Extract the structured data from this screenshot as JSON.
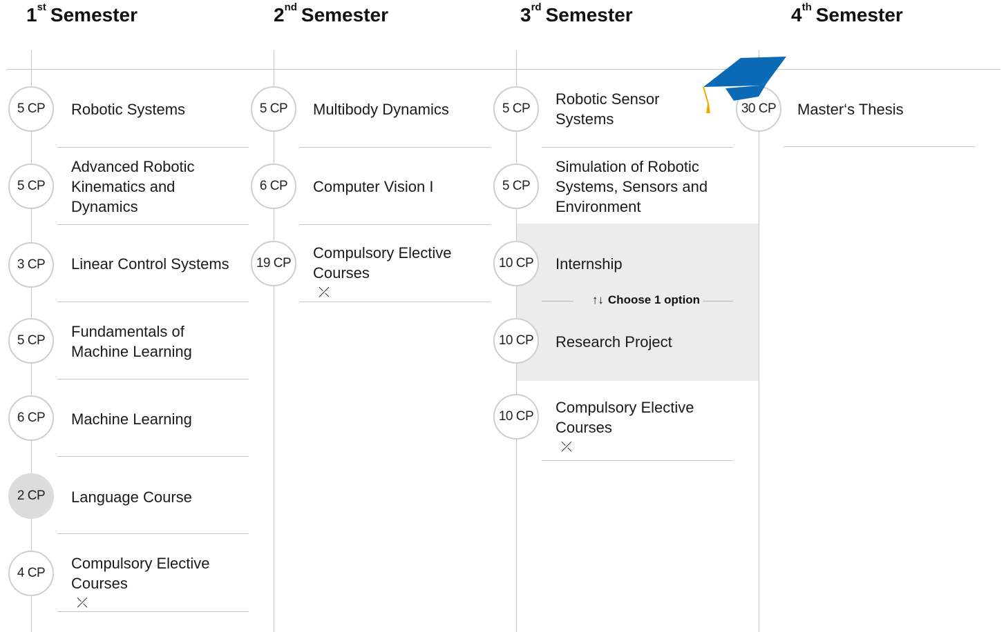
{
  "semesters": [
    {
      "ordinal": "1",
      "suffix": "st",
      "label": "Semester"
    },
    {
      "ordinal": "2",
      "suffix": "nd",
      "label": "Semester"
    },
    {
      "ordinal": "3",
      "suffix": "rd",
      "label": "Semester"
    },
    {
      "ordinal": "4",
      "suffix": "th",
      "label": "Semester"
    }
  ],
  "courses": {
    "s1": [
      {
        "cp": "5 CP",
        "name": "Robotic Systems"
      },
      {
        "cp": "5 CP",
        "name": "Advanced Robotic Kinematics and Dynamics"
      },
      {
        "cp": "3 CP",
        "name": "Linear Control Systems"
      },
      {
        "cp": "5 CP",
        "name": "Fundamentals of Machine Learning"
      },
      {
        "cp": "6 CP",
        "name": "Machine Learning"
      },
      {
        "cp": "2 CP",
        "name": "Language Course"
      },
      {
        "cp": "4 CP",
        "name": "Compulsory Elective Courses"
      }
    ],
    "s2": [
      {
        "cp": "5 CP",
        "name": "Multibody Dynamics"
      },
      {
        "cp": "6 CP",
        "name": "Computer Vision I"
      },
      {
        "cp": "19 CP",
        "name": "Compulsory Elective Courses"
      }
    ],
    "s3": [
      {
        "cp": "5 CP",
        "name": "Robotic Sensor Systems"
      },
      {
        "cp": "5 CP",
        "name": "Simulation of Robotic Systems, Sensors and Environment"
      },
      {
        "cp": "10 CP",
        "name": "Internship"
      },
      {
        "cp": "10 CP",
        "name": "Research Project"
      },
      {
        "cp": "10 CP",
        "name": "Compulsory Elective Courses"
      }
    ],
    "s4": [
      {
        "cp": "30 CP",
        "name": "Master‘s Thesis"
      }
    ]
  },
  "choose_option": {
    "arrows": "↑↓",
    "label": "Choose 1 option"
  },
  "elective_icon": "⤫",
  "colors": {
    "cap": "#0a6ab6",
    "tassel": "#f2a900",
    "option_bg": "#ececec",
    "line": "#c6c6c6"
  }
}
